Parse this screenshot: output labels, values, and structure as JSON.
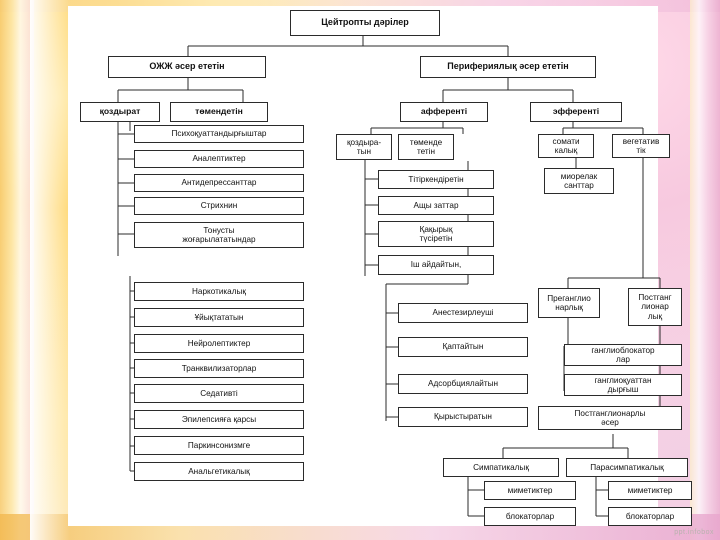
{
  "slide": {
    "watermark": "ppt.infobox",
    "footer": ""
  },
  "diagram": {
    "type": "tree-flowchart",
    "title": "Цейтропты дәрілер",
    "nodes": [
      {
        "id": "root",
        "label": "Цейтропты дәрілер"
      },
      {
        "id": "ojj",
        "label": "ОЖЖ әсер ететін"
      },
      {
        "id": "perif",
        "label": "Перифериялық әсер ететін"
      },
      {
        "id": "kozdyrat",
        "label": "қоздырат"
      },
      {
        "id": "tomendetin",
        "label": "төмендетін"
      },
      {
        "id": "afferentti",
        "label": "афференті"
      },
      {
        "id": "efferentti",
        "label": "эфференті"
      },
      {
        "id": "psiho",
        "label": "Психоқуаттандырғыштар"
      },
      {
        "id": "analept",
        "label": "Аналептиктер"
      },
      {
        "id": "antidep",
        "label": "Антидепрессанттар"
      },
      {
        "id": "strihnin",
        "label": "Стрихнин"
      },
      {
        "id": "tonus",
        "label": "Тонусты\nжоғарылататындар"
      },
      {
        "id": "narkotik",
        "label": "Наркотикалық"
      },
      {
        "id": "uyqy",
        "label": "Ұйықтататын"
      },
      {
        "id": "neuro",
        "label": "Нейролептиктер"
      },
      {
        "id": "trank",
        "label": "Транквилизаторлар"
      },
      {
        "id": "sedat",
        "label": "Седативті"
      },
      {
        "id": "epilep",
        "label": "Эпилепсияға қарсы"
      },
      {
        "id": "parkin",
        "label": "Паркинсонизмге"
      },
      {
        "id": "analget",
        "label": "Анальгетикалық"
      },
      {
        "id": "kozdyra2",
        "label": "қоздыра-\nтын"
      },
      {
        "id": "tomende2",
        "label": "төменде\nтетін"
      },
      {
        "id": "titirkend",
        "label": "Тітіркендіретін"
      },
      {
        "id": "aschy",
        "label": "Ащы заттар"
      },
      {
        "id": "qaqyryq",
        "label": "Қақырық\nтүсіретін"
      },
      {
        "id": "ishaida",
        "label": "Іш айдайтын,"
      },
      {
        "id": "anestez",
        "label": "Анестезирлеуші"
      },
      {
        "id": "qaptaityn",
        "label": "Қаптайтын"
      },
      {
        "id": "adsorb",
        "label": "Адсорбциялайтын"
      },
      {
        "id": "qyrys",
        "label": "Қырыстыратын"
      },
      {
        "id": "somati",
        "label": "сомати\nкалық"
      },
      {
        "id": "vegeta",
        "label": "вегетатив\nтік"
      },
      {
        "id": "miorelax",
        "label": "миорелак\nсанттар"
      },
      {
        "id": "pregang",
        "label": "Преганглио\nнарлық"
      },
      {
        "id": "postgang",
        "label": "Постганг\nлионар\nлық"
      },
      {
        "id": "ganglioblok",
        "label": "ганглиоблокатор\nлар"
      },
      {
        "id": "gangliokuat",
        "label": "ганглиоқуаттан\nдырғыш"
      },
      {
        "id": "postgang2",
        "label": "Постганглионарлы\nәсер"
      },
      {
        "id": "simpat",
        "label": "Симпатикалық"
      },
      {
        "id": "parasimpat",
        "label": "Парасимпатикалық"
      },
      {
        "id": "mimetik1",
        "label": "миметиктер"
      },
      {
        "id": "blokator1",
        "label": "блокаторлар"
      },
      {
        "id": "mimetik2",
        "label": "миметиктер"
      },
      {
        "id": "blokator2",
        "label": "блокаторлар"
      }
    ]
  }
}
